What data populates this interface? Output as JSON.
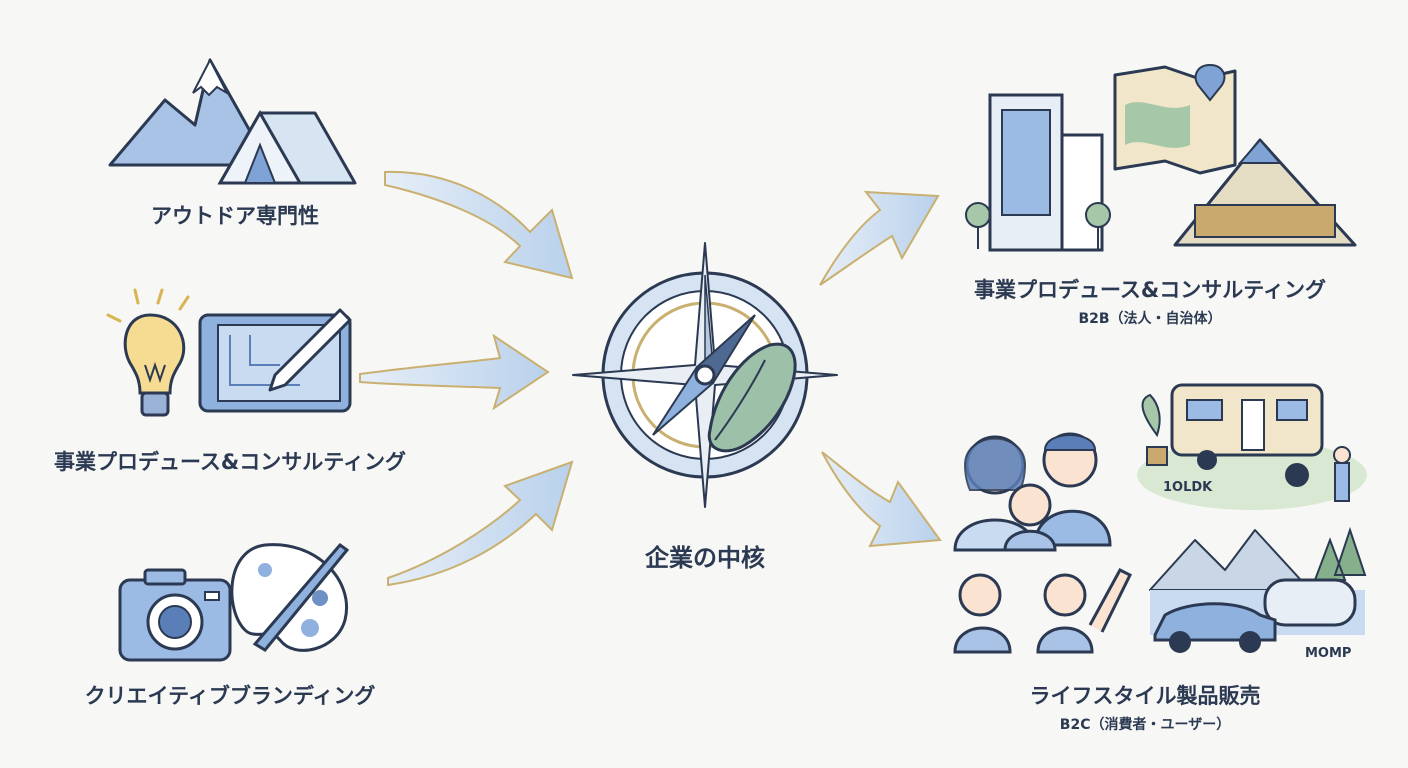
{
  "inputs": {
    "outdoor": "アウトドア専門性",
    "consulting": "事業プロデュース&コンサルティング",
    "branding": "クリエイティブブランディング"
  },
  "center": {
    "title": "企業の中核"
  },
  "outputs": {
    "b2b": {
      "title": "事業プロデュース&コンサルティング",
      "subtitle": "B2B（法人・自治体）"
    },
    "b2c": {
      "title": "ライフスタイル製品販売",
      "subtitle": "B2C（消費者・ユーザー）"
    }
  },
  "scene_labels": {
    "trailer": "1OLDK",
    "car": "MOMP"
  },
  "icons": {
    "outdoor": [
      "mountain-icon",
      "tent-icon"
    ],
    "consulting": [
      "lightbulb-icon",
      "blueprint-icon",
      "pencil-icon"
    ],
    "branding": [
      "camera-icon",
      "palette-icon",
      "paintbrush-icon"
    ],
    "center": [
      "compass-icon",
      "leaf-icon"
    ],
    "b2b": [
      "office-building-icon",
      "map-icon",
      "glamping-tent-icon"
    ],
    "b2c": [
      "family-icon",
      "trailer-scene-icon",
      "car-lake-scene-icon"
    ]
  },
  "colors": {
    "arrow_fill": "#c8dcef",
    "arrow_stroke": "#c9b070",
    "ink": "#2b3a52",
    "accent_blue": "#7fa3d4",
    "gold": "#c9b070",
    "leaf_green": "#9cc0a8"
  }
}
